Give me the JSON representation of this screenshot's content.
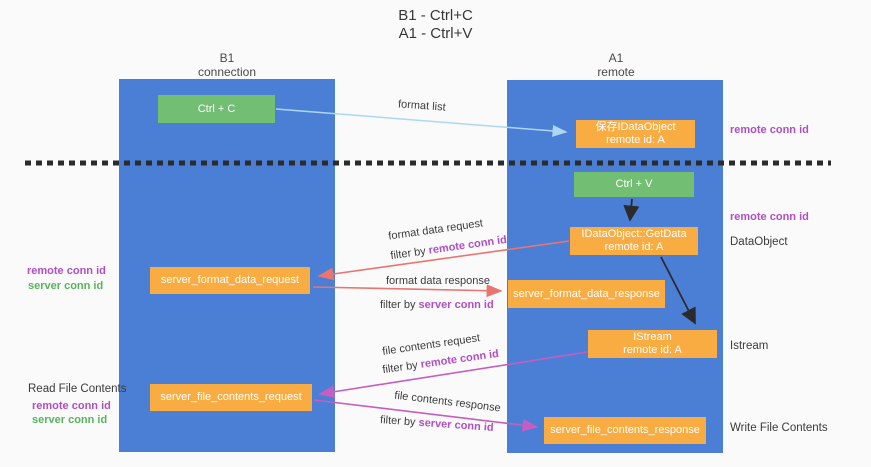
{
  "title": {
    "line1": "B1 - Ctrl+C",
    "line2": "A1 - Ctrl+V"
  },
  "columns": {
    "left": {
      "header_line1": "B1",
      "header_line2": "connection"
    },
    "right": {
      "header_line1": "A1",
      "header_line2": "remote"
    }
  },
  "nodes": {
    "ctrl_c": {
      "label": "Ctrl + C"
    },
    "save_idataobject": {
      "line1": "保存IDataObject",
      "line2": "remote id: A"
    },
    "ctrl_v": {
      "label": "Ctrl + V"
    },
    "getdata": {
      "line1": "IDataObject::GetData",
      "line2": "remote id: A"
    },
    "server_format_data_request": {
      "label": "server_format_data_request"
    },
    "server_format_data_response": {
      "label": "server_format_data_response"
    },
    "istream": {
      "line1": "IStream",
      "line2": "remote id: A"
    },
    "server_file_contents_request": {
      "label": "server_file_contents_request"
    },
    "server_file_contents_response": {
      "label": "server_file_contents_response"
    }
  },
  "edges": {
    "format_list": {
      "text": "format list"
    },
    "format_data_request": {
      "text": "format data request",
      "filter_prefix": "filter by ",
      "filter_value": "remote conn id"
    },
    "format_data_response": {
      "text": "format data response",
      "filter_prefix": "filter by ",
      "filter_value": "server conn id"
    },
    "file_contents_request": {
      "text": "file contents request",
      "filter_prefix": "filter by ",
      "filter_value": "remote conn id"
    },
    "file_contents_response": {
      "text": "file contents response",
      "filter_prefix": "filter by ",
      "filter_value": "server conn id"
    }
  },
  "side_labels": {
    "right_remote_conn_id_top": "remote conn id",
    "right_remote_conn_id_mid": "remote conn id",
    "dataobject": "DataObject",
    "istream": "Istream",
    "write_file_contents": "Write File Contents",
    "left_remote_conn_id_top": "remote conn id",
    "left_server_conn_id_top": "server conn id",
    "read_file_contents": "Read File Contents",
    "left_remote_conn_id_bottom": "remote conn id",
    "left_server_conn_id_bottom": "server conn id"
  },
  "colors": {
    "lifeline_blue": "#4A7FD5",
    "box_orange": "#F9AC42",
    "box_green": "#72BF74",
    "arrow_red": "#E8756F",
    "arrow_magenta": "#C45EC2",
    "arrow_light_blue": "#AED6F2",
    "arrow_black": "#2b2b2b",
    "text_magenta": "#B04FC4",
    "text_green": "#58B45C"
  }
}
